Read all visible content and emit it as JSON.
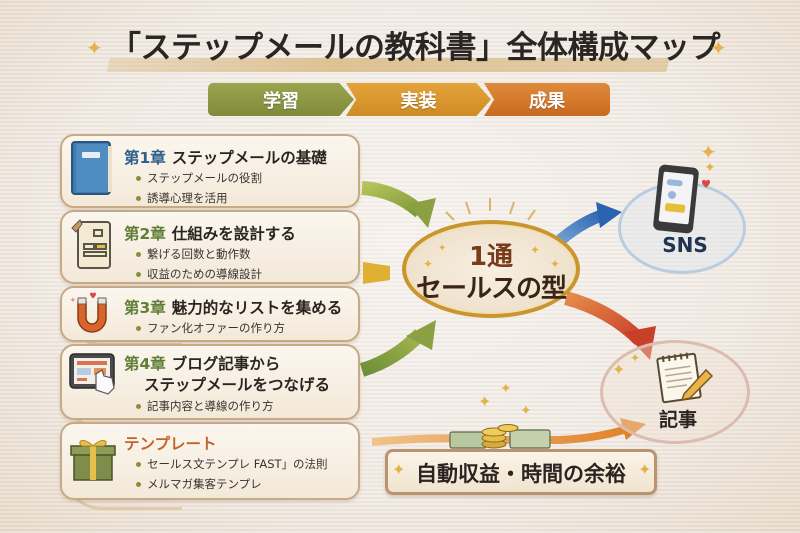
{
  "title": "「ステップメールの教科書」全体構成マップ",
  "phases": [
    {
      "label": "学習",
      "color": "#8a963f"
    },
    {
      "label": "実装",
      "color": "#d9952c"
    },
    {
      "label": "成果",
      "color": "#d2772c"
    }
  ],
  "chapters": [
    {
      "chapter_label": "第1章",
      "title": "ステップメールの基礎",
      "icon": "book-icon",
      "bullets": [
        "ステップメールの役割",
        "誘導心理を活用"
      ]
    },
    {
      "chapter_label": "第2章",
      "title": "仕組みを設計する",
      "icon": "blueprint-icon",
      "bullets": [
        "繋げる回数と動作数",
        "収益のための導線設計"
      ]
    },
    {
      "chapter_label": "第3章",
      "title": "魅力的なリストを集める",
      "icon": "magnet-icon",
      "bullets": [
        "ファン化オファーの作り方"
      ]
    },
    {
      "chapter_label": "第4章",
      "title_line1": "ブログ記事から",
      "title_line2": "ステップメールをつなげる",
      "icon": "tablet-touch-icon",
      "bullets": [
        "記事内容と導線の作り方"
      ]
    },
    {
      "chapter_label": "",
      "title": "テンプレート",
      "icon": "gift-box-icon",
      "bullets": [
        "セールス文テンプレ FAST」の法則",
        "メルマガ集客テンプレ"
      ]
    }
  ],
  "center": {
    "line1": "1通",
    "line2": "セールスの型"
  },
  "outputs": {
    "sns": {
      "label": "SNS",
      "icon": "smartphone-icon"
    },
    "article": {
      "label": "記事",
      "icon": "notepad-pencil-icon"
    }
  },
  "result": {
    "label": "自動収益・時間の余裕",
    "icon": "money-coins-icon"
  },
  "colors": {
    "arrow_green": "#8aa043",
    "arrow_yellow": "#e0b032",
    "arrow_blue": "#2f6fb8",
    "arrow_red": "#d2532c",
    "arrow_orange": "#e08a2c",
    "oval_border": "#c9952f",
    "sparkle": "#e4b24a"
  }
}
